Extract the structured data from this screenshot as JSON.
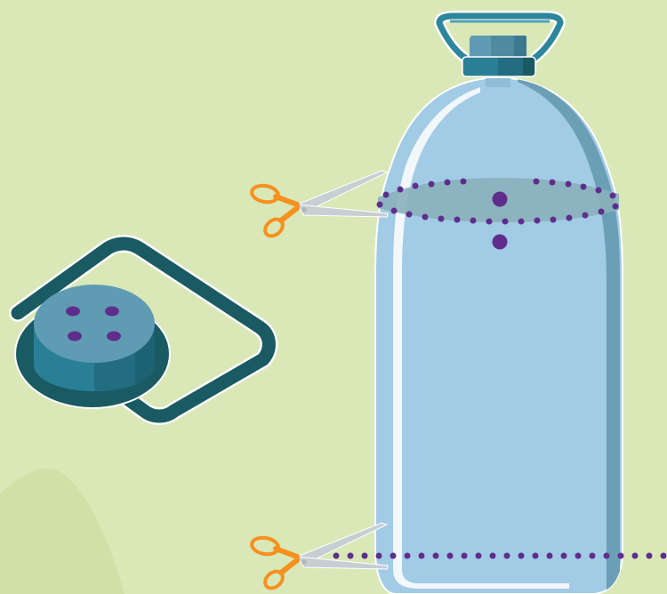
{
  "scene": {
    "colors": {
      "background": "#d9e8b6",
      "bush": "#d0e0a6",
      "bottle_body": "#a2cbe5",
      "bottle_shadow": "#6a9fb6",
      "bottle_highlight": "#f2f7fb",
      "band": "#8ab0bb",
      "cap_dark": "#1a5a63",
      "cap_mid": "#2a7f96",
      "cap_light": "#5f9cb3",
      "cut_line": "#5f2e8c",
      "scissor_handle": "#f7901e",
      "scissor_blade": "#c6cfd2"
    },
    "elements": [
      "background",
      "bush-shape",
      "bottle",
      "bottle-handle-icon",
      "bottle-cap-icon",
      "upper-cut-line",
      "bottom-cut-line",
      "hole-marks",
      "scissors-icon",
      "loose-cap-with-holes",
      "handle-loop"
    ]
  }
}
